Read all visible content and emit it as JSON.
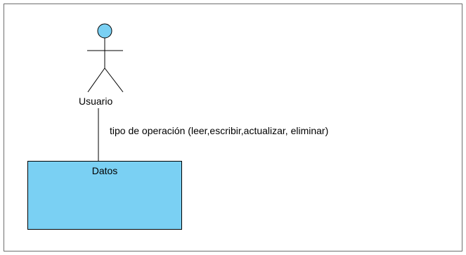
{
  "colors": {
    "actor_fill": "#7ad0f3",
    "entity_fill": "#7ad0f3",
    "stroke": "#000000",
    "frame": "#6e6e6e"
  },
  "actor": {
    "name": "Usuario",
    "icon": "stick-figure-actor-icon"
  },
  "association": {
    "label": "tipo de operación (leer,escribir,actualizar, eliminar)"
  },
  "entity": {
    "name": "Datos"
  }
}
